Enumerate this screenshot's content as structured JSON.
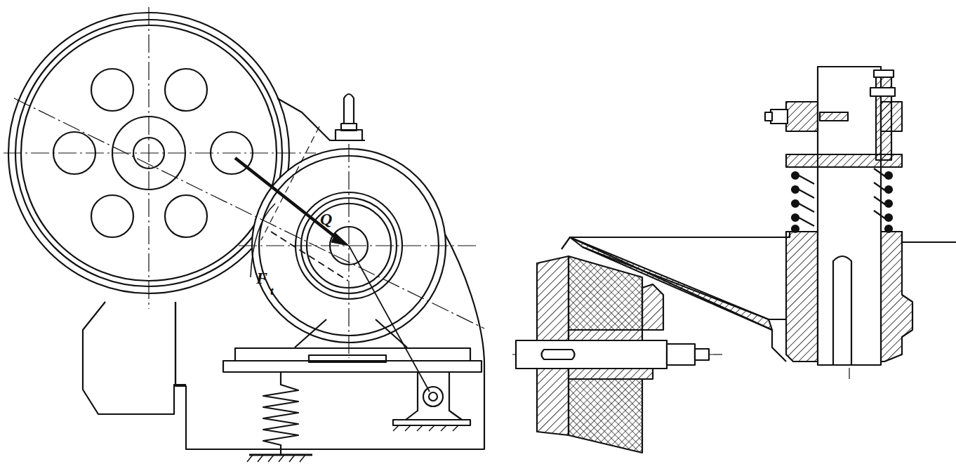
{
  "diagram": {
    "labels": [
      "Q",
      "F",
      "t"
    ]
  }
}
